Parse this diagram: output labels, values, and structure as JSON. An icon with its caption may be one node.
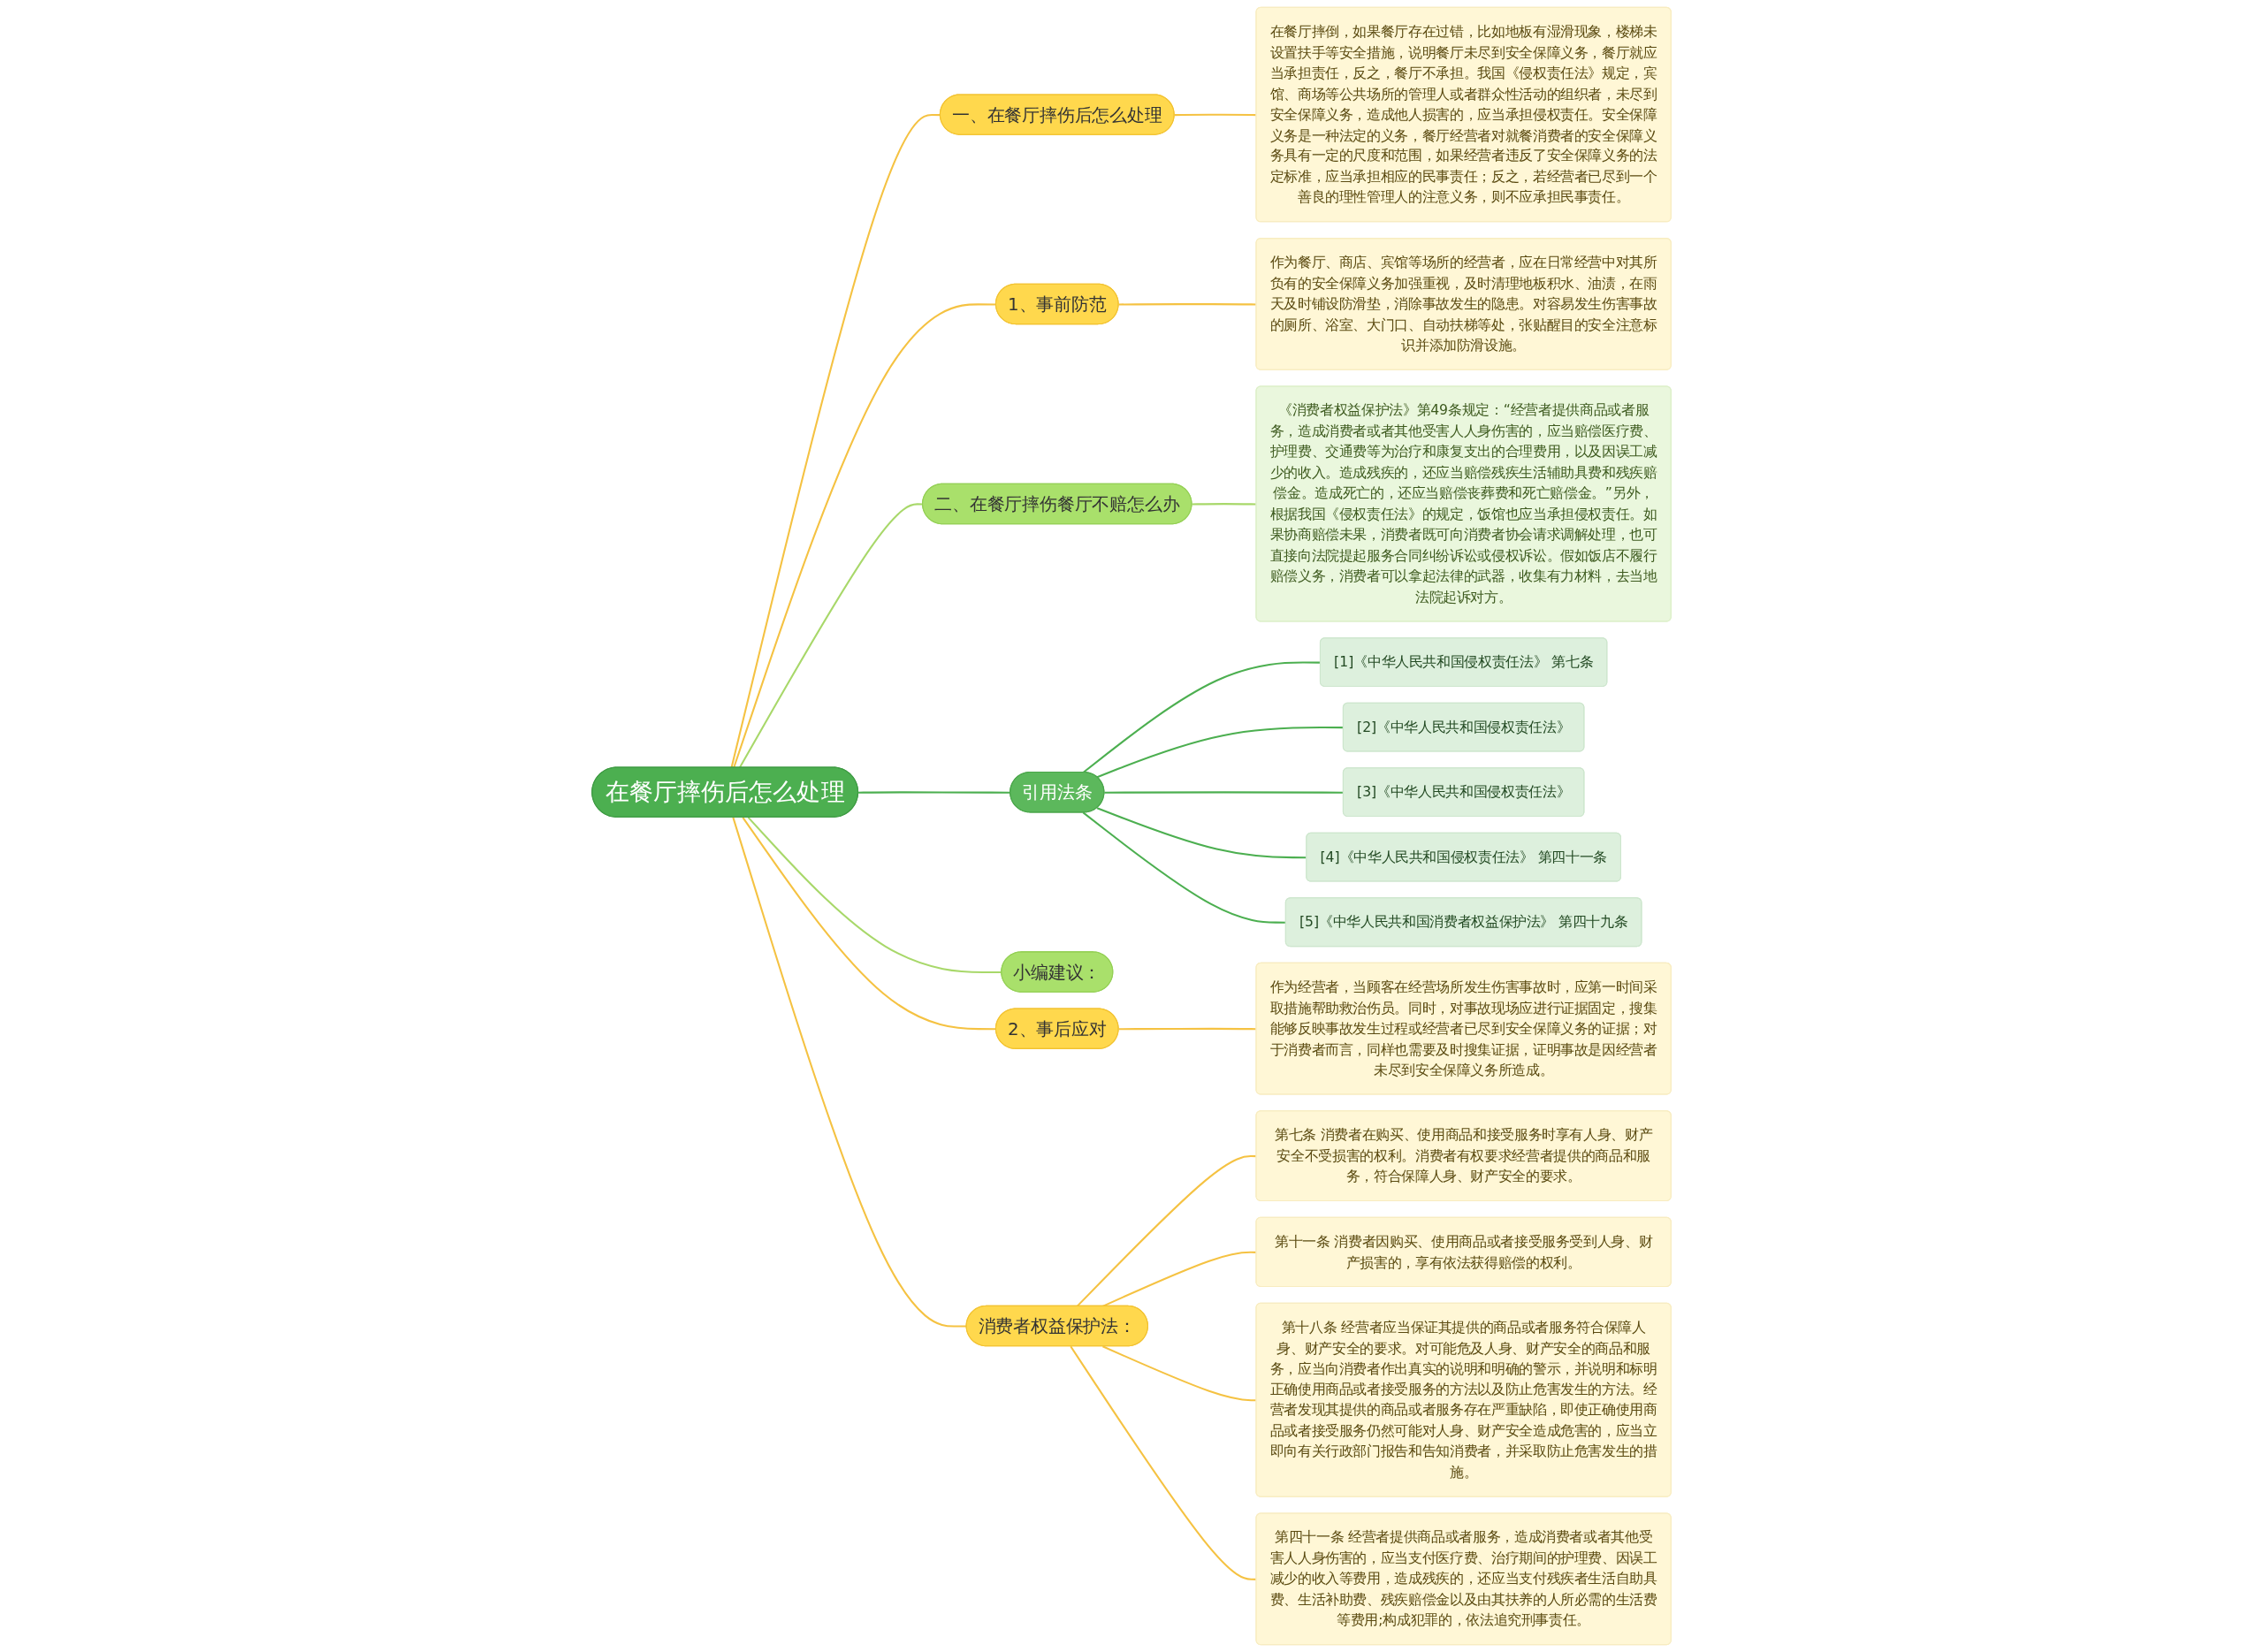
{
  "diagram": {
    "nodes": [
      {
        "text": [
          "在餐厅摔伤后怎么处理"
        ]
      },
      {
        "text": [
          "一、在餐厅摔伤后怎么处理"
        ]
      },
      {
        "text": [
          "在餐厅摔倒，如果餐厅存在过错，比如地板有湿滑现象，楼梯未设置扶手等安全措施，说明餐厅未尽到安全保障义务，餐厅就应当承担责任，反之，餐厅不承担。我国《侵权责任法》规定，宾馆、商场等公共场所的管理人或者群众性活动的组织者，未尽到安全保障义务，造成他人损害的，应当承担侵权责任。安全保障义务是一种法定的义务，餐厅经营者对就餐消费者的安全保障义务具有一定的尺度和范围，如果经营者违反了安全保障义务的法定标准，应当承担相应的民事责任；反之，若经营者已尽到一个善良的理性管理人的注意义务，则不应承担民事责任。"
        ]
      },
      {
        "text": [
          "1、事前防范"
        ]
      },
      {
        "text": [
          "作为餐厅、商店、宾馆等场所的经营者，应在日常经营中对其所负有的安全保障义务加强重视，及时清理地板积水、油渍，在雨天及时铺设防滑垫，消除事故发生的隐患。对容易发生伤害事故的厕所、浴室、大门口、自动扶梯等处，张贴醒目的安全注意标识并添加防滑设施。"
        ]
      },
      {
        "text": [
          "二、在餐厅摔伤餐厅不赔怎么办"
        ]
      },
      {
        "text": [
          "《消费者权益保护法》第49条规定：“经营者提供商品或者服务，造成消费者或者其他受害人人身伤害的，应当赔偿医疗费、护理费、交通费等为治疗和康复支出的合理费用，以及因误工减少的收入。造成残疾的，还应当赔偿残疾生活辅助具费和残疾赔偿金。造成死亡的，还应当赔偿丧葬费和死亡赔偿金。”另外，根据我国《侵权责任法》的规定，饭馆也应当承担侵权责任。如果协商赔偿未果，消费者既可向消费者协会请求调解处理，也可直接向法院提起服务合同纠纷诉讼或侵权诉讼。假如饭店不履行赔偿义务，消费者可以拿起法律的武器，收集有力材料，去当地法院起诉对方。"
        ]
      },
      {
        "text": [
          "引用法条"
        ]
      },
      {
        "text": [
          "[1]《中华人民共和国侵权责任法》 第七条"
        ]
      },
      {
        "text": [
          "[2]《中华人民共和国侵权责任法》"
        ]
      },
      {
        "text": [
          "[3]《中华人民共和国侵权责任法》"
        ]
      },
      {
        "text": [
          "[4]《中华人民共和国侵权责任法》 第四十一条"
        ]
      },
      {
        "text": [
          "[5]《中华人民共和国消费者权益保护法》 第四十九条"
        ]
      },
      {
        "text": [
          "小编建议："
        ]
      },
      {
        "text": [
          "2、事后应对"
        ]
      },
      {
        "text": [
          "作为经营者，当顾客在经营场所发生伤害事故时，应第一时间采取措施帮助救治伤员。同时，对事故现场应进行证据固定，搜集能够反映事故发生过程或经营者已尽到安全保障义务的证据；对于消费者而言，同样也需要及时搜集证据，证明事故是因经营者未尽到安全保障义务所造成。"
        ]
      },
      {
        "text": [
          "消费者权益保护法："
        ]
      },
      {
        "text": [
          "第七条 消费者在购买、使用商品和接受服务时享有人身、财产安全不受损害的权利。消费者有权要求经营者提供的商品和服务，符合保障人身、财产安全的要求。"
        ]
      },
      {
        "text": [
          "第十一条 消费者因购买、使用商品或者接受服务受到人身、财产损害的，享有依法获得赔偿的权利。"
        ]
      },
      {
        "text": [
          "第十八条 经营者应当保证其提供的商品或者服务符合保障人身、财产安全的要求。对可能危及人身、财产安全的商品和服务，应当向消费者作出真实的说明和明确的警示，并说明和标明正确使用商品或者接受服务的方法以及防止危害发生的方法。经营者发现其提供的商品或者服务存在严重缺陷，即使正确使用商品或者接受服务仍然可能对人身、财产安全造成危害的，应当立即向有关行政部门报告和告知消费者，并采取防止危害发生的措施。"
        ]
      },
      {
        "text": [
          "第四十一条 经营者提供商品或者服务，造成消费者或者其他受害人人身伤害的，应当支付医疗费、治疗期间的护理费、因误工减少的收入等费用，造成残疾的，还应当支付残疾者生活自助具费、生活补助费、残疾赔偿金以及由其扶养的人所必需的生活费等费用;构成犯罪的，依法追究刑事责任。"
        ]
      }
    ],
    "edges": [
      {
        "from": 0,
        "to": 1,
        "arrow": "none"
      },
      {
        "from": 1,
        "to": 2,
        "arrow": "none"
      },
      {
        "from": 0,
        "to": 3,
        "arrow": "none"
      },
      {
        "from": 3,
        "to": 4,
        "arrow": "none"
      },
      {
        "from": 0,
        "to": 5,
        "arrow": "none",
        "color": "#a8d86a"
      },
      {
        "from": 5,
        "to": 6,
        "arrow": "none",
        "color": "#a8d86a"
      },
      {
        "from": 0,
        "to": 7,
        "arrow": "none",
        "color": "#4caf50"
      },
      {
        "from": 7,
        "to": 8,
        "arrow": "none",
        "color": "#4caf50"
      },
      {
        "from": 7,
        "to": 9,
        "arrow": "none",
        "color": "#4caf50"
      },
      {
        "from": 7,
        "to": 10,
        "arrow": "none",
        "color": "#4caf50"
      },
      {
        "from": 7,
        "to": 11,
        "arrow": "none",
        "color": "#4caf50"
      },
      {
        "from": 7,
        "to": 12,
        "arrow": "none",
        "color": "#4caf50"
      },
      {
        "from": 0,
        "to": 13,
        "arrow": "none",
        "color": "#a8d86a"
      },
      {
        "from": 0,
        "to": 14,
        "arrow": "none"
      },
      {
        "from": 14,
        "to": 15,
        "arrow": "none"
      },
      {
        "from": 0,
        "to": 16,
        "arrow": "none"
      },
      {
        "from": 16,
        "to": 17,
        "arrow": "none"
      },
      {
        "from": 16,
        "to": 18,
        "arrow": "none"
      },
      {
        "from": 16,
        "to": 19,
        "arrow": "none"
      },
      {
        "from": 16,
        "to": 20,
        "arrow": "none"
      }
    ]
  }
}
